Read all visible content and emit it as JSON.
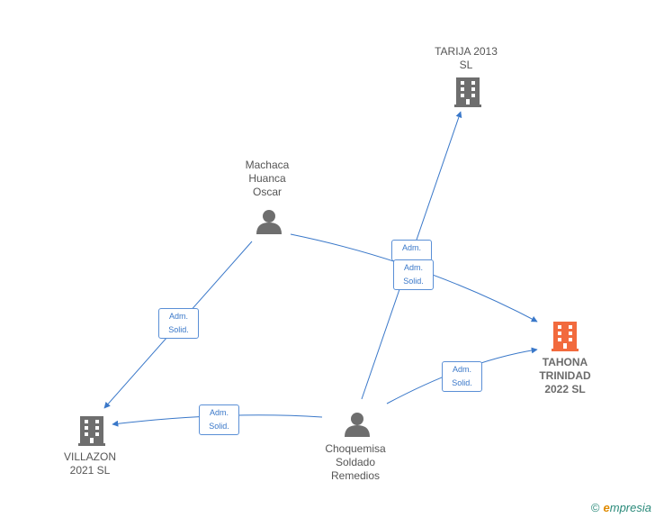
{
  "nodes": {
    "tarija": {
      "name": [
        "TARIJA 2013",
        "SL"
      ],
      "kind": "company"
    },
    "tahona": {
      "name": [
        "TAHONA",
        "TRINIDAD",
        "2022  SL"
      ],
      "kind": "company",
      "highlighted": true
    },
    "villazon": {
      "name": [
        "VILLAZON",
        "2021  SL"
      ],
      "kind": "company"
    },
    "machaca": {
      "name": [
        "Machaca",
        "Huanca",
        "Oscar"
      ],
      "kind": "person"
    },
    "choquemisa": {
      "name": [
        "Choquemisa",
        "Soldado",
        "Remedios"
      ],
      "kind": "person"
    }
  },
  "edges": [
    {
      "label": [
        "Adm."
      ]
    },
    {
      "label": [
        "Adm.",
        "Solid."
      ]
    },
    {
      "label": [
        "Adm.",
        "Solid."
      ]
    },
    {
      "label": [
        "Adm.",
        "Solid."
      ]
    },
    {
      "label": [
        "Adm.",
        "Solid."
      ]
    }
  ],
  "colors": {
    "edge": "#3a78c9",
    "company": "#6e6e6e",
    "highlight": "#f26a3d",
    "person": "#6e6e6e"
  },
  "footer": {
    "copyright": "©",
    "brand_e": "e",
    "brand_rest": "mpresia"
  }
}
